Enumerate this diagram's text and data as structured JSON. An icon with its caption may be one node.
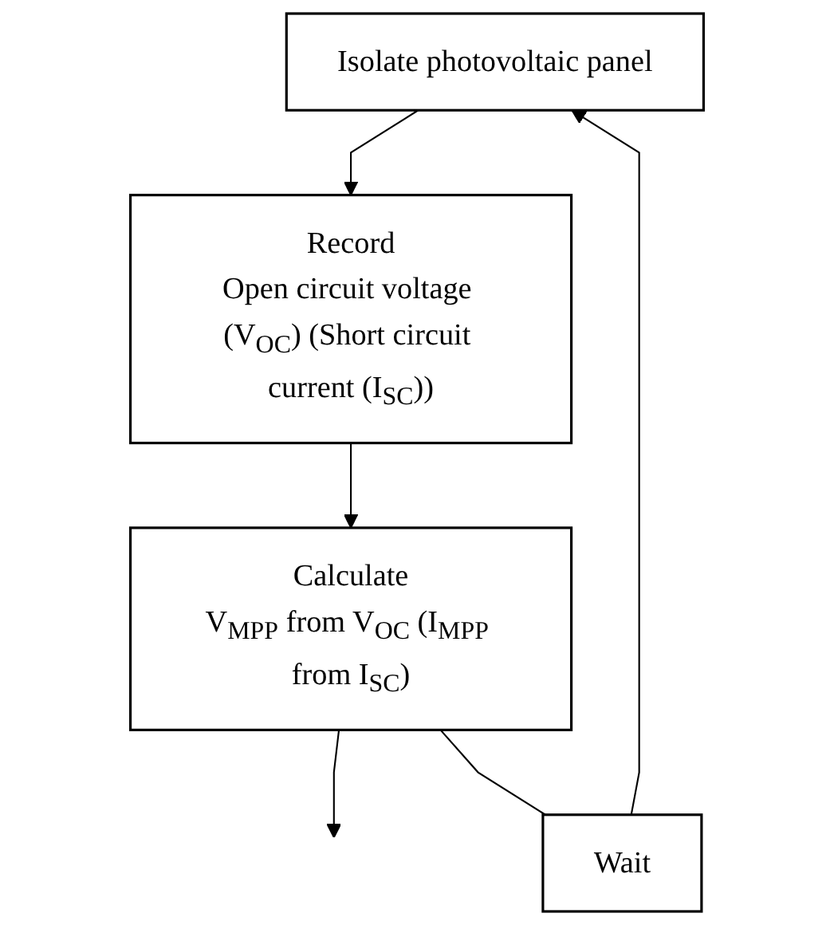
{
  "diagram": {
    "nodes": [
      {
        "text": [
          "Isolate photovoltaic panel"
        ]
      },
      {
        "text": [
          "Record",
          "Open circuit voltage (V$_{OC}$) (Short circuit current (I$_{SC}$))"
        ]
      },
      {
        "text": [
          "Calculate",
          "V$_{MPP}$ from V$_{OC}$ (I$_{MPP}$ from I$_{SC}$)"
        ]
      },
      {
        "text": [
          "Wait"
        ]
      }
    ],
    "edges": [
      {
        "from": 0,
        "to": 1,
        "arrow": "to"
      },
      {
        "from": 1,
        "to": 2,
        "arrow": "to"
      },
      {
        "from": 2,
        "to": null,
        "arrow": "to"
      },
      {
        "from": 2,
        "to": 3,
        "arrow": "none"
      },
      {
        "from": 3,
        "to": 0,
        "arrow": "to"
      }
    ]
  }
}
